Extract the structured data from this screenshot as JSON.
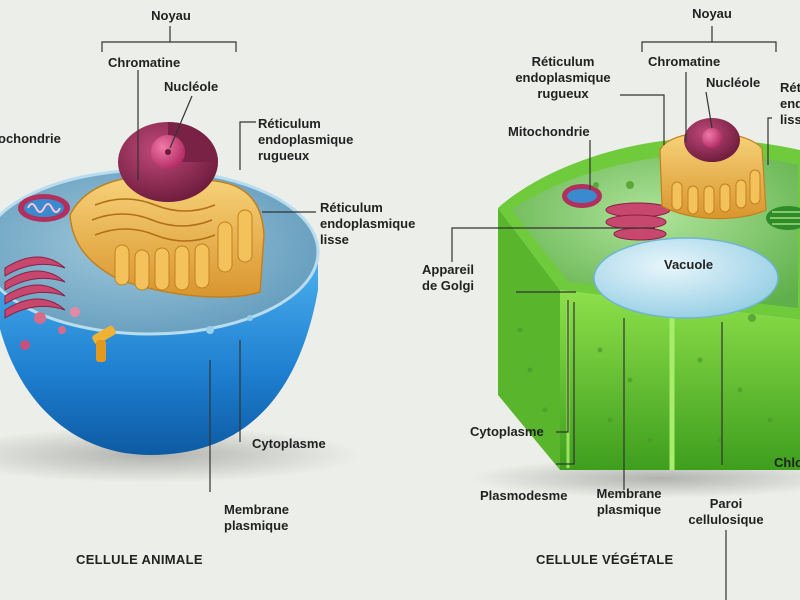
{
  "animal": {
    "caption": "CELLULE ANIMALE",
    "labels": {
      "noyau": "Noyau",
      "chromatine": "Chromatine",
      "nucleole": "Nucléole",
      "mitochondrie": "ochondrie",
      "rer": "Réticulum\nendoplasmique\nrugueux",
      "rel": "Réticulum\nendoplasmique\nlisse",
      "cytoplasme": "Cytoplasme",
      "membrane": "Membrane\nplasmique"
    }
  },
  "vegetale": {
    "caption": "CELLULE VÉGÉTALE",
    "labels": {
      "noyau": "Noyau",
      "chromatine": "Chromatine",
      "nucleole": "Nucléole",
      "rer": "Réticulum\nendoplasmique\nrugueux",
      "reticulum_cut": "Réti\nend\nliss",
      "mitochondrie": "Mitochondrie",
      "vacuole": "Vacuole",
      "golgi": "Appareil\nde Golgi",
      "cytoplasme": "Cytoplasme",
      "plasmodesme": "Plasmodesme",
      "membrane": "Membrane\nplasmique",
      "paroi": "Paroi\ncellulosique",
      "chloro_cut": "Chlo"
    }
  },
  "colors": {
    "background": "#eceee9",
    "animal_cytoplasm": "#2a8fd6",
    "nucleus": "#8b2a4f",
    "reticulum": "#e8b04a",
    "plant_wall": "#5fbf2f",
    "vacuole": "#bfe4f0",
    "leader_line": "#333333"
  },
  "icons": [
    "animal-cell-illustration",
    "plant-cell-illustration"
  ]
}
